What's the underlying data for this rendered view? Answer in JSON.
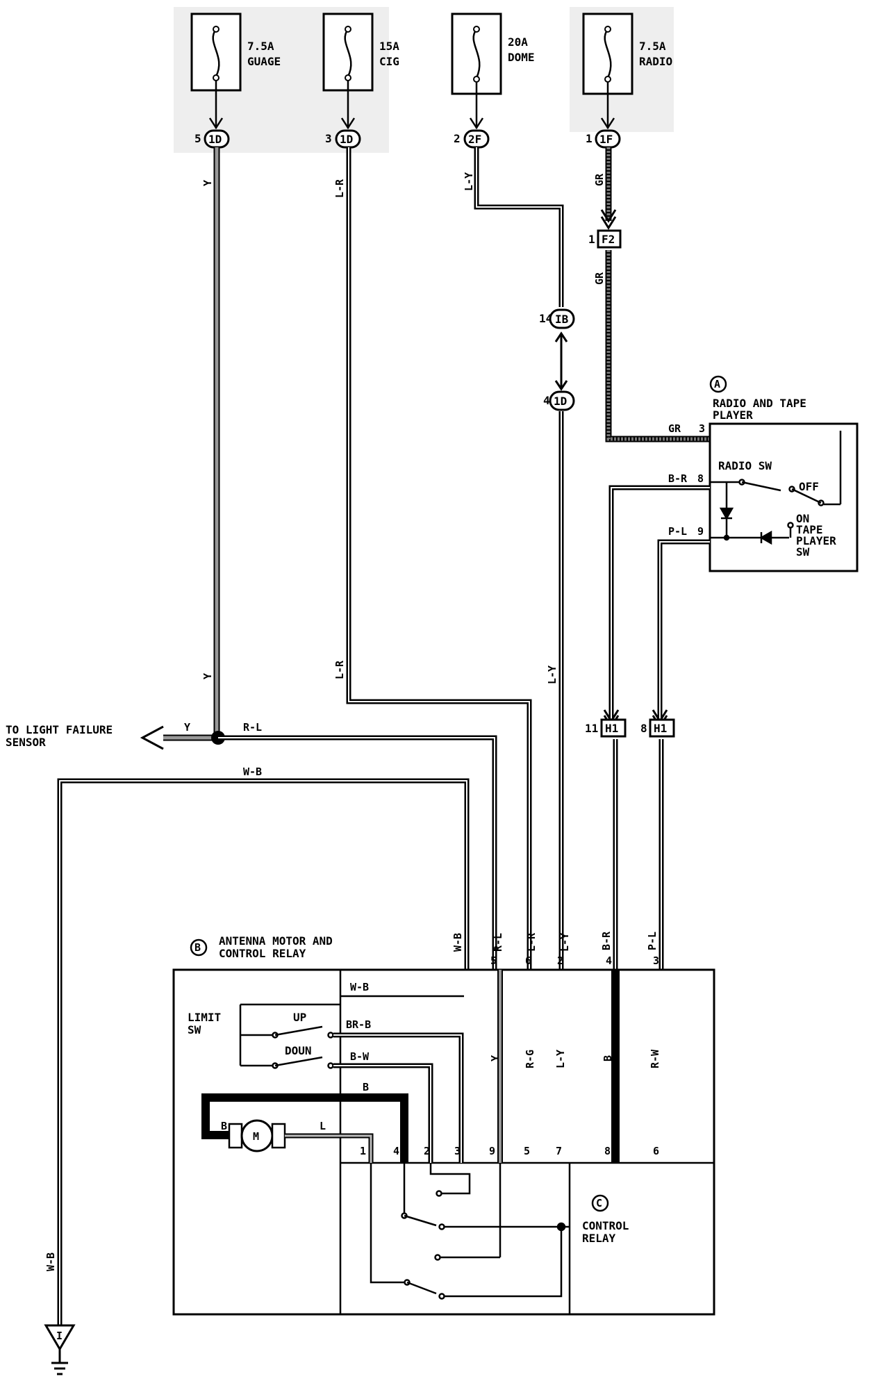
{
  "fuses": [
    {
      "amp": "7.5A",
      "name": "GUAGE"
    },
    {
      "amp": "15A",
      "name": "CIG"
    },
    {
      "amp": "20A",
      "name": "DOME"
    },
    {
      "amp": "7.5A",
      "name": "RADIO"
    }
  ],
  "connectors": {
    "c1": {
      "pin": "5",
      "id": "1D"
    },
    "c2": {
      "pin": "3",
      "id": "1D"
    },
    "c3": {
      "pin": "2",
      "id": "2F"
    },
    "c4": {
      "pin": "1",
      "id": "1F"
    },
    "f2": {
      "pin": "1",
      "id": "F2"
    },
    "ib": {
      "pin": "14",
      "id": "IB"
    },
    "id4": {
      "pin": "4",
      "id": "1D"
    },
    "h1a": {
      "pin": "11",
      "id": "H1"
    },
    "h1b": {
      "pin": "8",
      "id": "H1"
    }
  },
  "wires": {
    "y": "Y",
    "lr": "L-R",
    "ly": "L-Y",
    "gr": "GR",
    "rl": "R-L",
    "wb": "W-B",
    "br": "B-R",
    "pl": "P-L",
    "brb": "BR-B",
    "bw": "B-W",
    "b": "B",
    "l": "L",
    "rg": "R-G",
    "rw": "R-W"
  },
  "radio": {
    "marker": "A",
    "title_line1": "RADIO AND TAPE",
    "title_line2": "PLAYER",
    "radio_sw": "RADIO SW",
    "off": "OFF",
    "on": "ON",
    "tape_line1": "TAPE",
    "tape_line2": "PLAYER",
    "tape_line3": "SW",
    "pins": {
      "p3": "3",
      "p8": "8",
      "p9": "9"
    }
  },
  "light_failure": {
    "line1": "TO LIGHT FAILURE",
    "line2": "SENSOR"
  },
  "antenna": {
    "marker": "B",
    "title_line1": "ANTENNA MOTOR AND",
    "title_line2": "CONTROL RELAY",
    "limit_line1": "LIMIT",
    "limit_line2": "SW",
    "up": "UP",
    "down": "DOUN",
    "motor": "M",
    "top_pins": [
      "5",
      "6",
      "2",
      "4",
      "3"
    ],
    "relay_pins": [
      "1",
      "4",
      "2",
      "3",
      "9",
      "5",
      "7",
      "8",
      "6"
    ]
  },
  "relay": {
    "marker": "C",
    "line1": "CONTROL",
    "line2": "RELAY"
  },
  "ground": {
    "label": "I"
  },
  "colors": {
    "line": "#000000",
    "gray_wire": "#999999",
    "background": "#ffffff"
  }
}
